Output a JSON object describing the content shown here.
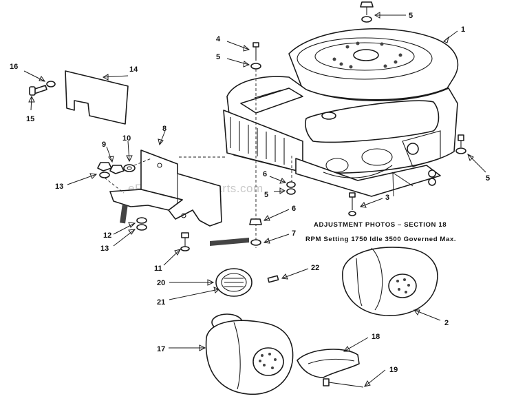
{
  "watermark": "eReplacementParts.com",
  "notes": {
    "adjustment": "ADJUSTMENT PHOTOS – SECTION 18",
    "rpm": "RPM Setting 1750 Idle 3500 Governed Max."
  },
  "callouts": [
    "1",
    "2",
    "3",
    "4",
    "5",
    "5",
    "5",
    "5",
    "6",
    "6",
    "7",
    "8",
    "9",
    "10",
    "11",
    "12",
    "13",
    "13",
    "14",
    "15",
    "16",
    "17",
    "18",
    "19",
    "20",
    "21",
    "22"
  ]
}
